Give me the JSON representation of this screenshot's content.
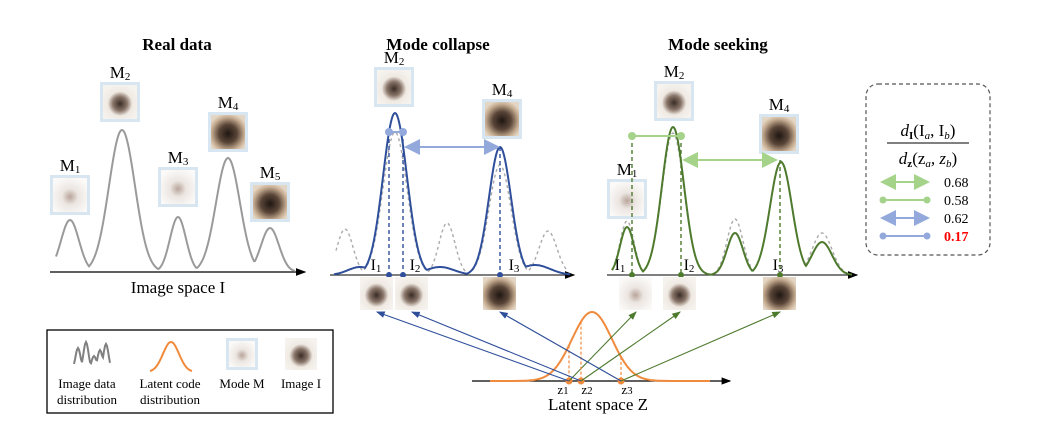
{
  "panels": {
    "real": {
      "title": "Real data",
      "axis_label": "Image space I",
      "modes": [
        "M",
        "M",
        "M",
        "M",
        "M"
      ],
      "mode_subs": [
        "1",
        "2",
        "3",
        "4",
        "5"
      ]
    },
    "collapse": {
      "title": "Mode collapse",
      "modes": [
        "M",
        "M"
      ],
      "mode_subs": [
        "2",
        "4"
      ],
      "images": [
        "I",
        "I",
        "I"
      ],
      "image_subs": [
        "1",
        "2",
        "3"
      ]
    },
    "seeking": {
      "title": "Mode seeking",
      "modes": [
        "M",
        "M",
        "M"
      ],
      "mode_subs": [
        "1",
        "2",
        "4"
      ],
      "images": [
        "I",
        "I",
        "I"
      ],
      "image_subs": [
        "1",
        "2",
        "3"
      ]
    }
  },
  "latent": {
    "axis_label": "Latent space Z",
    "points": [
      "z",
      "z",
      "z"
    ],
    "point_subs": [
      "1",
      "2",
      "3"
    ]
  },
  "legend": {
    "image_dist": [
      "Image data",
      "distribution"
    ],
    "latent_dist": [
      "Latent code",
      "distribution"
    ],
    "mode": "Mode M",
    "image": "Image I"
  },
  "ratio_box": {
    "numerator": "d",
    "numerator_sub": "I",
    "numerator_args": "(I",
    "denominator": "d",
    "denominator_sub": "z",
    "denominator_args": "(z",
    "arg_a": "a",
    "arg_b": "b",
    "entries": [
      {
        "style": "double-arrow",
        "color": "#a5d38a",
        "value": "0.68",
        "highlight": false
      },
      {
        "style": "dot-line",
        "color": "#a5d38a",
        "value": "0.58",
        "highlight": false
      },
      {
        "style": "double-arrow",
        "color": "#93a9dc",
        "value": "0.62",
        "highlight": false
      },
      {
        "style": "dot-line",
        "color": "#93a9dc",
        "value": "0.17",
        "highlight": true
      }
    ]
  },
  "colors": {
    "real": "#9a9a9a",
    "collapse": "#2f4f9a",
    "seeking": "#4e7a2e",
    "latent": "#f08a3c",
    "highlight": "#ff0000"
  }
}
